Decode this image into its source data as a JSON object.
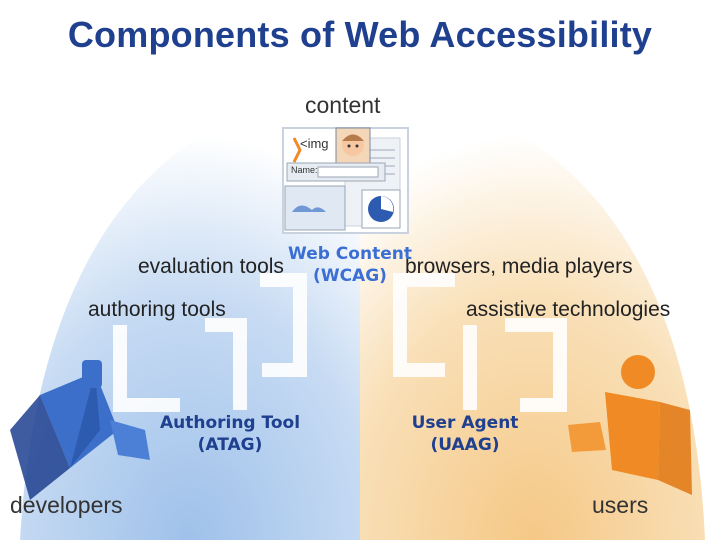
{
  "title": "Components of Web Accessibility",
  "labels": {
    "content": "content",
    "evaluation_tools": "evaluation tools",
    "authoring_tools": "authoring tools",
    "browsers": "browsers, media players",
    "assistive": "assistive technologies",
    "developers": "developers",
    "users": "users"
  },
  "content_illustration": {
    "img_tag": "<img",
    "name_field": "Name:"
  },
  "overlays": {
    "wcag": {
      "line1": "Web Content",
      "line2": "(WCAG)",
      "color": "#3b6fd4"
    },
    "atag": {
      "line1": "Authoring Tool",
      "line2": "(ATAG)",
      "color": "#1f3f8f"
    },
    "uaag": {
      "line1": "User Agent",
      "line2": "(UAAG)",
      "color": "#1f3f8f"
    }
  },
  "colors": {
    "left_side": "#a9c8ec",
    "right_side": "#f7d39b",
    "developer": "#3b6fc9",
    "user": "#f08a24"
  }
}
